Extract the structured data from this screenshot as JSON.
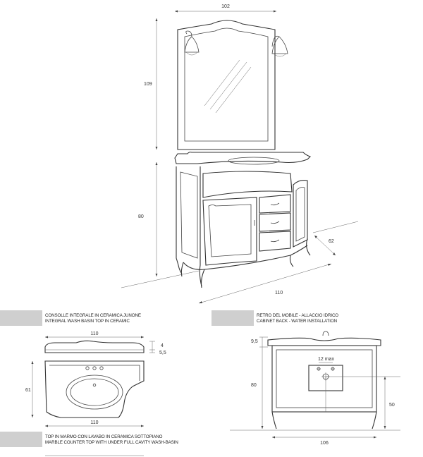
{
  "main": {
    "dims": {
      "width_top": "102",
      "height_mirror": "109",
      "height_cabinet": "80",
      "depth": "62",
      "width_bottom": "110"
    }
  },
  "sections": {
    "consolle": {
      "line1": "CONSOLLE INTEGRALE IN CERAMICA JUNONE",
      "line2": "INTEGRAL WASH BASIN TOP IN CERAMIC",
      "dims": {
        "width_side": "110",
        "width_plan": "110",
        "h4": "4",
        "h55": "5,5",
        "depth": "61"
      }
    },
    "retro": {
      "line1": "RETRO DEL MOBILE - ALLACCIO IDRICO",
      "line2": "CABINET BACK - WATER INSTALLATION",
      "dims": {
        "h95": "9,5",
        "h80": "80",
        "h50": "50",
        "w12max": "12 max",
        "w106": "106"
      }
    },
    "marmo": {
      "line1": "TOP IN MARMO CON LAVABO IN CERAMICA SOTTOPIANO",
      "line2": "MARBLE COUNTER TOP WITH UNDER FULL CAVITY WASH-BASIN"
    }
  }
}
